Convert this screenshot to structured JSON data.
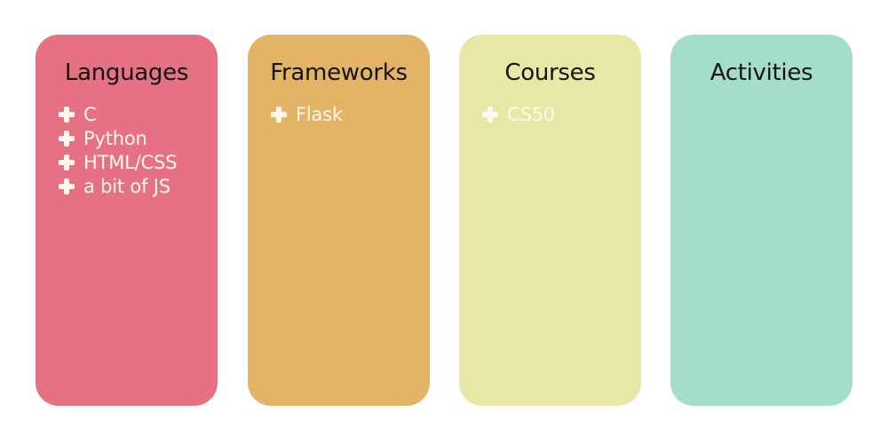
{
  "cards": [
    {
      "title": "Languages",
      "color": "#e57182",
      "icon": "plus-icon",
      "items": [
        "C",
        "Python",
        "HTML/CSS",
        "a bit of JS"
      ]
    },
    {
      "title": "Frameworks",
      "color": "#e3b466",
      "icon": "plus-icon",
      "items": [
        "Flask"
      ]
    },
    {
      "title": "Courses",
      "color": "#e9e7a5",
      "icon": "plus-icon",
      "items": [
        "CS50"
      ]
    },
    {
      "title": "Activities",
      "color": "#a3ddcb",
      "icon": "plus-icon",
      "items": []
    }
  ]
}
